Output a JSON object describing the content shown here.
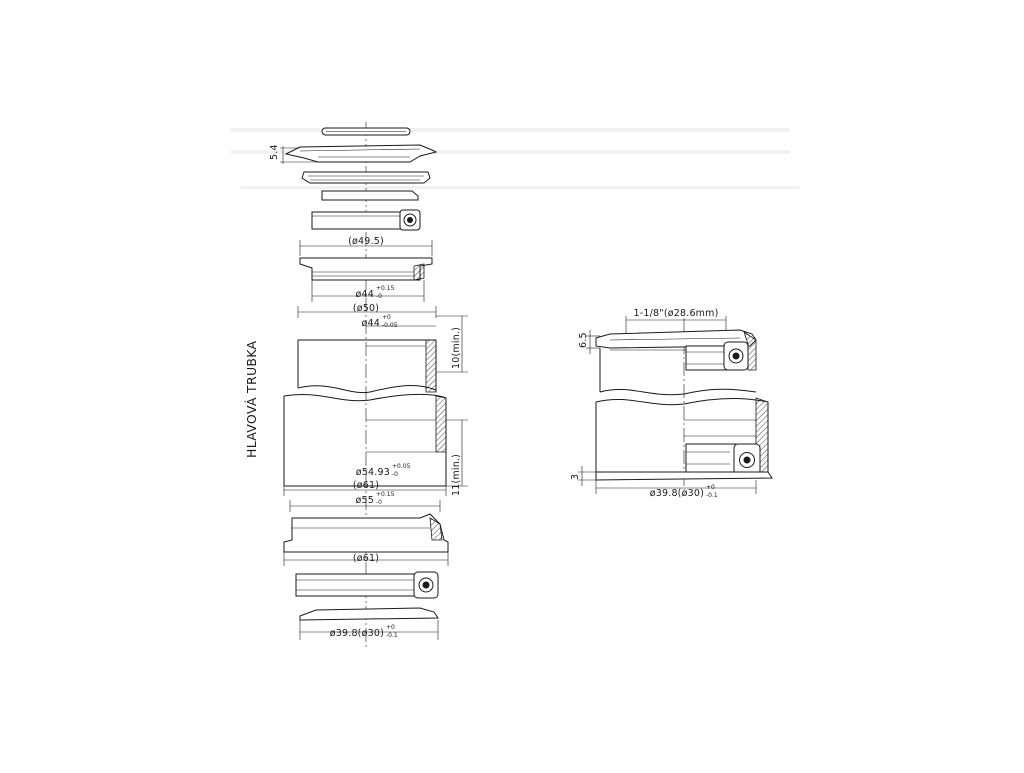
{
  "left_view": {
    "side_label": "HLAVOVÁ TRUBKA",
    "dims": {
      "top_height": "5.4",
      "cup_outer": "(ø49.5)",
      "cup_press": "ø44",
      "cup_press_tol_up": "+0.15",
      "cup_press_tol_low": "-0",
      "headtube_top_outer": "(ø50)",
      "headtube_top_bore": "ø44",
      "headtube_top_bore_tol_up": "+0",
      "headtube_top_bore_tol_low": "-0.05",
      "depth_top": "10(min.)",
      "headtube_bottom_bore": "ø54.93",
      "headtube_bottom_bore_tol_up": "+0.05",
      "headtube_bottom_bore_tol_low": "-0",
      "depth_bottom": "11(min.)",
      "headtube_bottom_outer": "(ø61)",
      "lower_cup_press": "ø55",
      "lower_cup_press_tol_up": "+0.15",
      "lower_cup_press_tol_low": "-0",
      "lower_cup_outer": "(ø61)",
      "crown_race": "ø39.8(ø30)",
      "crown_race_tol_up": "+0",
      "crown_race_tol_low": "-0.1"
    }
  },
  "right_view": {
    "dims": {
      "steerer": "1-1/8\"(ø28.6mm)",
      "stack_top": "6.5",
      "stack_bottom": "3",
      "crown_race": "ø39.8(ø30)",
      "crown_race_tol_up": "+0",
      "crown_race_tol_low": "-0.1"
    }
  }
}
